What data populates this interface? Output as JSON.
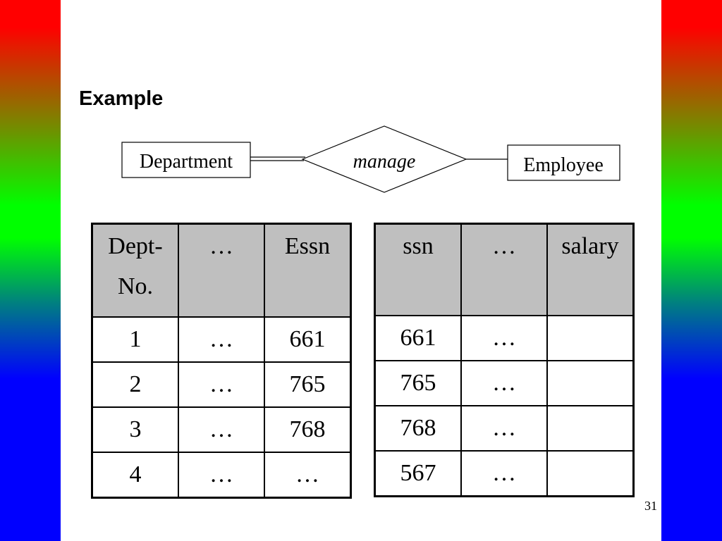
{
  "slide": {
    "title": "Example",
    "page_number": "31",
    "side_gradient_colors": [
      "#ff0000",
      "#00ff00",
      "#0000ff"
    ]
  },
  "er_diagram": {
    "entity_left": "Department",
    "relationship": "manage",
    "entity_right": "Employee"
  },
  "dept_table": {
    "headers": [
      "Dept-No.",
      "…",
      "Essn"
    ],
    "rows": [
      [
        "1",
        "…",
        "661"
      ],
      [
        "2",
        "…",
        "765"
      ],
      [
        "3",
        "…",
        "768"
      ],
      [
        "4",
        "…",
        "…"
      ]
    ]
  },
  "emp_table": {
    "headers": [
      "ssn",
      "…",
      "salary"
    ],
    "rows": [
      [
        "661",
        "…",
        ""
      ],
      [
        "765",
        "…",
        ""
      ],
      [
        "768",
        "…",
        ""
      ],
      [
        "567",
        "…",
        ""
      ]
    ]
  }
}
